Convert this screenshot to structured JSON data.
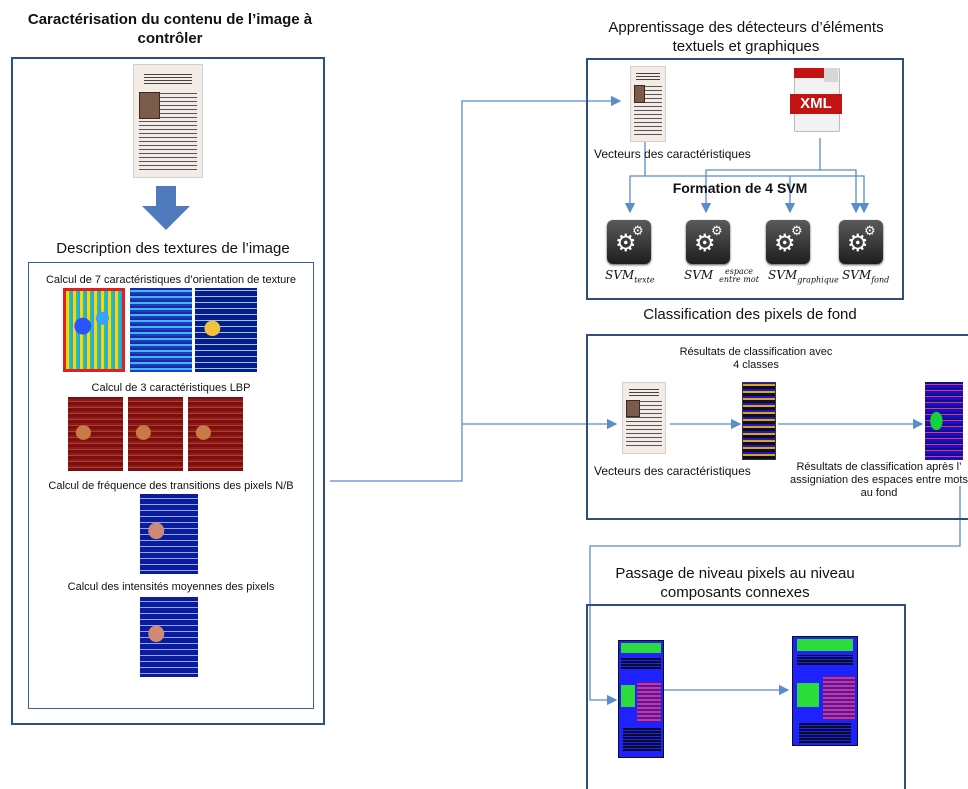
{
  "left_panel": {
    "title": "Caractérisation du contenu de l’image à contrôler",
    "texture_title": "Description des textures de l’image",
    "orient_label": "Calcul de 7 caractéristiques d’orientation de texture",
    "lbp_label": "Calcul de 3 caractéristiques LBP",
    "transitions_label": "Calcul de fréquence des transitions des pixels N/B",
    "intensity_label": "Calcul des intensités moyennes des pixels"
  },
  "training": {
    "title": "Apprentissage des détecteurs d’éléments textuels et graphiques",
    "features_label": "Vecteurs des caractéristiques",
    "xml_label": "XML",
    "svm_title": "Formation de 4 SVM",
    "svms": [
      {
        "name": "SVM",
        "sub": "texte"
      },
      {
        "name": "SVM",
        "sub": "espace entre mot"
      },
      {
        "name": "SVM",
        "sub": "graphique"
      },
      {
        "name": "SVM",
        "sub": "fond"
      }
    ]
  },
  "classification": {
    "title": "Classification des pixels de fond",
    "features_label": "Vecteurs des caractéristiques",
    "result1": "Résultats de classification avec 4 classes",
    "result2": "Résultats de classification après l’ assigniation des espaces entre mots au fond"
  },
  "components": {
    "title": "Passage de niveau pixels au niveau composants connexes"
  },
  "colors": {
    "frame": "#2f4f7f",
    "arrow": "#5b8ccc",
    "big_arrow": "#4f7bbd"
  }
}
